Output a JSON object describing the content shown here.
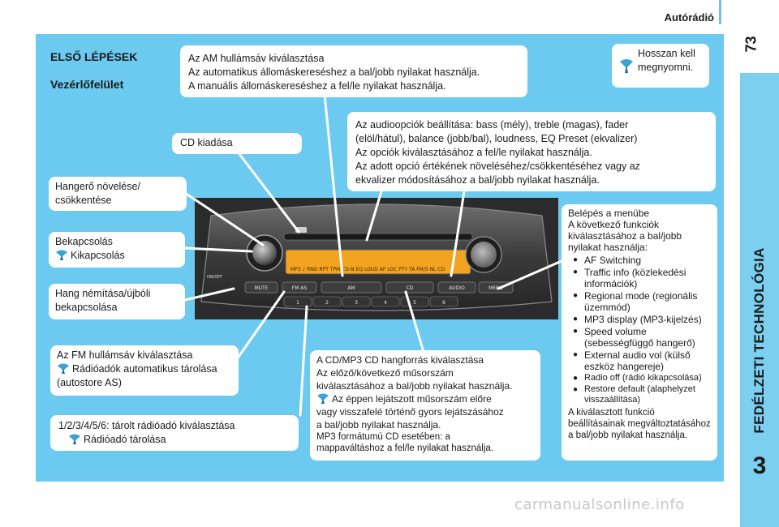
{
  "header": {
    "title": "Autórádió",
    "page_number": "73"
  },
  "sidebar": {
    "label": "FEDÉLZETI TECHNOLÓGIA",
    "chapter": "3"
  },
  "section": {
    "title": "ELSŐ LÉPÉSEK",
    "subtitle": "Vezérlőfelület"
  },
  "callouts": {
    "am": [
      "Az AM hullámsáv kiválasztása",
      "Az automatikus állomáskereséshez a bal/jobb nyilakat használja.",
      "A manuális állomáskereséshez a fel/le nyilakat használja."
    ],
    "hold": "Hosszan kell megnyomni.",
    "audio_options": [
      "Az audioopciók beállítása: bass (mély), treble (magas), fader",
      "(elöl/hátul), balance (jobb/bal), loudness, EQ Preset (ekvalizer)",
      "Az opciók kiválasztásához a fel/le nyilakat használja.",
      "Az adott opció értékének növeléséhez/csökkentéséhez vagy az",
      "ekvalizer módosításához a bal/jobb nyilakat használja."
    ],
    "cd_eject": "CD kiadása",
    "volume": [
      "Hangerő növelése/",
      "csökkentése"
    ],
    "power": {
      "on": "Bekapcsolás",
      "off": "Kikapcsolás"
    },
    "mute": [
      "Hang némítása/újbóli",
      "bekapcsolása"
    ],
    "fm": {
      "line1": "Az FM hullámsáv kiválasztása",
      "tip": "Rádióadók automatikus tárolása",
      "line3": "(autostore AS)"
    },
    "presets": {
      "line1": "1/2/3/4/5/6: tárolt rádióadó kiválasztása",
      "tip": "Rádióadó tárolása"
    },
    "cd": {
      "line1": "A CD/MP3 CD hangforrás kiválasztása",
      "line2": "Az előző/következő műsorszám",
      "line3": "kiválasztásához a bal/jobb nyilakat használja.",
      "tip": "Az éppen lejátszott műsorszám előre",
      "tip2": "vagy visszafelé történő gyors lejátszásához",
      "tip3": "a bal/jobb nyilakat használja.",
      "note1": "MP3 formátumú CD esetében: a",
      "note2": "mappaváltáshoz a fel/le nyilakat használja."
    },
    "menu": {
      "title": "Belépés a menübe",
      "intro": "A következő funkciók kiválasztásához a bal/jobb nyilakat használja:",
      "items": [
        "AF Switching",
        "Traffic info (közlekedési információk)",
        "Regional mode (regionális üzemmód)",
        "MP3 display (MP3-kijelzés)",
        "Speed volume (sebességfüggő hangerő)",
        "External audio vol (külső eszköz hangereje)",
        "Radio off (rádió kikapcsolása)",
        "Restore default (alaphelyzet visszaállítása)"
      ],
      "footer": "A kiválasztott funkció beállításainak megváltoztatásához a bal/jobb nyilakat használja."
    }
  },
  "radio": {
    "buttons": [
      "MUTE",
      "FM AS",
      "AM",
      "CD",
      "AUDIO",
      "MENU"
    ],
    "presets": [
      "1",
      "2",
      "3",
      "4",
      "5",
      "6"
    ],
    "power_label": "ON/OFF",
    "display_text": "MP3 ♪ RND RPT TPM CD-N EQ LOUD AF LOC PTY TA FM/S NL CD"
  },
  "watermark": "carmanualsonline.info",
  "colors": {
    "panel": "#6ccaf0",
    "side_tab": "#7ccfee",
    "display": "#f2a320"
  }
}
